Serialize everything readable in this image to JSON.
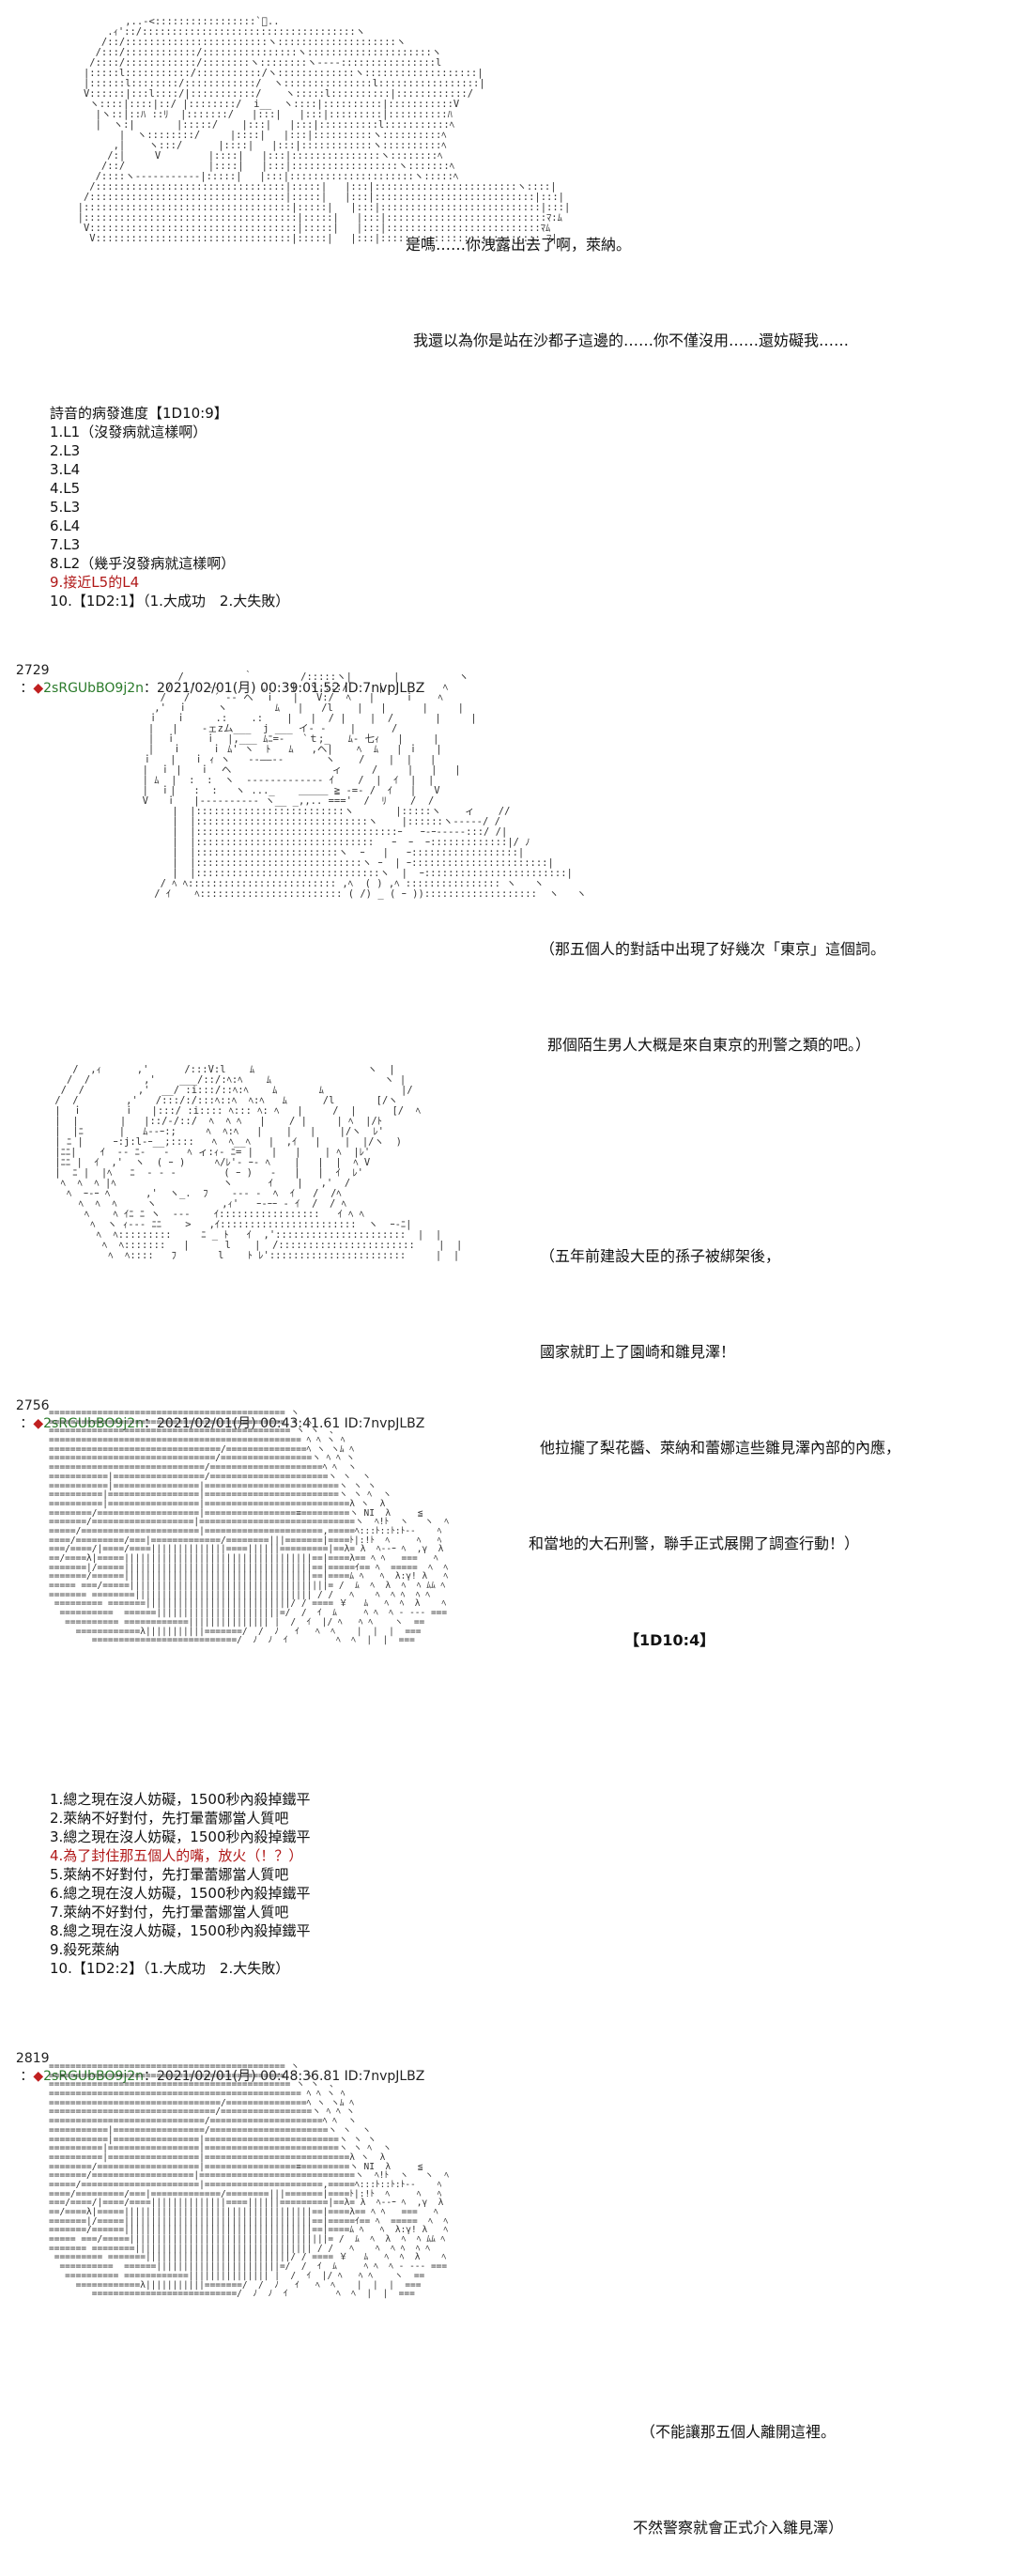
{
  "section1": {
    "dialog": [
      "是嗎……你洩露出去了啊，萊納。",
      "我還以為你是站在沙都子這邊的……你不僅沒用……還妨礙我……"
    ],
    "list_title": "詩音的病發進度【1D10:9】",
    "list": [
      "1.L1（沒發病就這樣啊）",
      "2.L3",
      "3.L4",
      "4.L5",
      "5.L3",
      "6.L4",
      "7.L3",
      "8.L2（幾乎沒發病就這樣啊）",
      "9.接近L5的L4",
      "10.【1D2:1】（1.大成功　2.大失敗）"
    ],
    "highlight_index": 8
  },
  "post1": {
    "num": "2729",
    "diamond": "◆",
    "name": "2sRGUbBO9j2n",
    "date": "：2021/02/01(月) 00:39:01.52 ID:7nvpJLBZ"
  },
  "section2": {
    "dialog": [
      "（那五個人的對話中出現了好幾次「東京」這個詞。",
      "那個陌生男人大概是來自東京的刑警之類的吧。）"
    ],
    "dialog2": [
      "（五年前建設大臣的孫子被綁架後，",
      "國家就盯上了園崎和雛見澤！",
      "他拉攏了梨花醬、萊納和蕾娜這些雛見澤內部的內應，",
      "和當地的大石刑警，聯手正式展開了調查行動！）"
    ]
  },
  "post2": {
    "num": "2756",
    "diamond": "◆",
    "name": "2sRGUbBO9j2n",
    "date": "：2021/02/01(月) 00:43:41.61 ID:7nvpJLBZ"
  },
  "section3": {
    "dice_label": "【1D10:4】",
    "list": [
      "1.總之現在沒人妨礙，1500秒內殺掉鐵平",
      "2.萊納不好對付，先打暈蕾娜當人質吧",
      "3.總之現在沒人妨礙，1500秒內殺掉鐵平",
      "4.為了封住那五個人的嘴，放火（！？）",
      "5.萊納不好對付，先打暈蕾娜當人質吧",
      "6.總之現在沒人妨礙，1500秒內殺掉鐵平",
      "7.萊納不好對付，先打暈蕾娜當人質吧",
      "8.總之現在沒人妨礙，1500秒內殺掉鐵平",
      "9.殺死萊納",
      "10.【1D2:2】（1.大成功　2.大失敗）"
    ],
    "highlight_index": 3
  },
  "post3": {
    "num": "2819",
    "diamond": "◆",
    "name": "2sRGUbBO9j2n",
    "date": "：2021/02/01(月) 00:48:36.81 ID:7nvpJLBZ"
  },
  "section4": {
    "dialog": [
      "（不能讓那五個人離開這裡。",
      "不然警察就會正式介入雛見澤）"
    ]
  }
}
